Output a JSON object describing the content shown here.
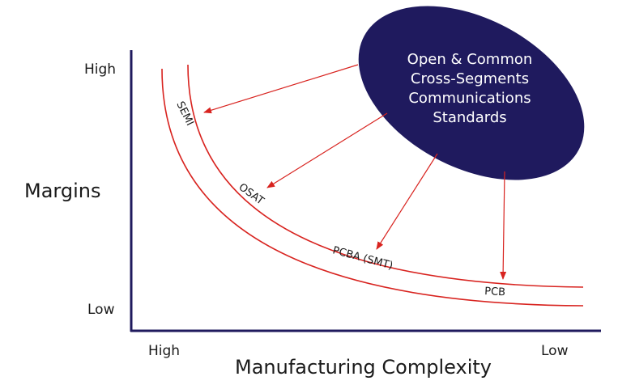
{
  "axes": {
    "y_title": "Margins",
    "y_high": "High",
    "y_low": "Low",
    "x_title": "Manufacturing Complexity",
    "x_high": "High",
    "x_low": "Low"
  },
  "ellipse": {
    "lines": [
      "Open & Common",
      "Cross-Segments",
      "Communications",
      "Standards"
    ]
  },
  "segments": {
    "semi": "SEMI",
    "osat": "OSAT",
    "pcba": "PCBA (SMT)",
    "pcb": "PCB"
  },
  "colors": {
    "axis": "#1f1a5e",
    "ellipse_fill": "#1f1a5e",
    "curve": "#d8231f",
    "arrow": "#d8231f"
  }
}
